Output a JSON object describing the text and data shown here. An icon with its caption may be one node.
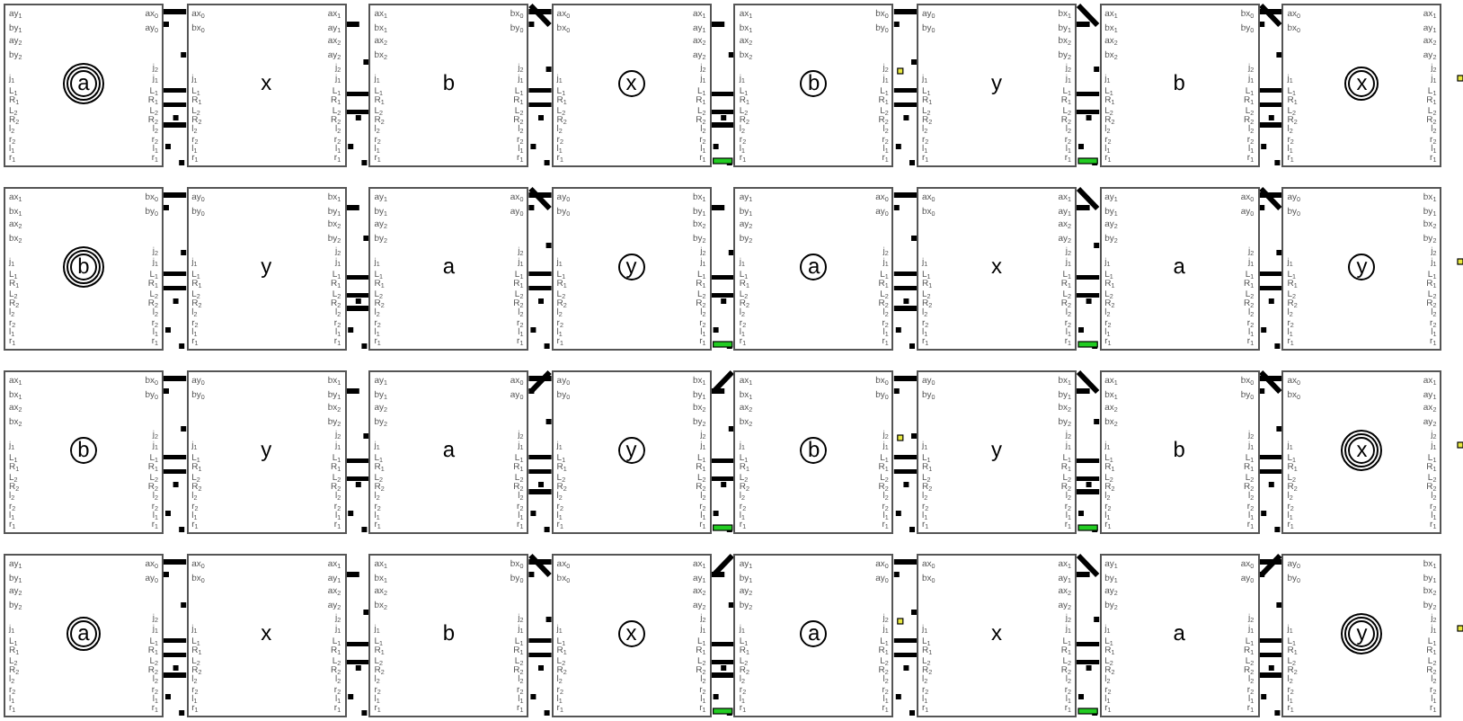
{
  "diagram": {
    "nodes": [
      {
        "text": [
          "a"
        ]
      },
      {
        "text": [
          "x"
        ]
      },
      {
        "text": [
          "b"
        ]
      },
      {
        "text": [
          "x"
        ]
      },
      {
        "text": [
          "b"
        ]
      },
      {
        "text": [
          "y"
        ]
      },
      {
        "text": [
          "b"
        ]
      },
      {
        "text": [
          "x"
        ]
      },
      {
        "text": [
          "b"
        ]
      },
      {
        "text": [
          "y"
        ]
      },
      {
        "text": [
          "a"
        ]
      },
      {
        "text": [
          "y"
        ]
      },
      {
        "text": [
          "a"
        ]
      },
      {
        "text": [
          "x"
        ]
      },
      {
        "text": [
          "a"
        ]
      },
      {
        "text": [
          "y"
        ]
      },
      {
        "text": [
          "b"
        ]
      },
      {
        "text": [
          "y"
        ]
      },
      {
        "text": [
          "a"
        ]
      },
      {
        "text": [
          "y"
        ]
      },
      {
        "text": [
          "b"
        ]
      },
      {
        "text": [
          "y"
        ]
      },
      {
        "text": [
          "b"
        ]
      },
      {
        "text": [
          "x"
        ]
      },
      {
        "text": [
          "a"
        ]
      },
      {
        "text": [
          "x"
        ]
      },
      {
        "text": [
          "b"
        ]
      },
      {
        "text": [
          "x"
        ]
      },
      {
        "text": [
          "a"
        ]
      },
      {
        "text": [
          "x"
        ]
      },
      {
        "text": [
          "a"
        ]
      },
      {
        "text": [
          "y"
        ]
      }
    ],
    "labels": [
      "ay$_{1}$",
      "by$_{1}$",
      "ay$_{2}$",
      "by$_{2}$",
      "j$_{1}$",
      "L$_{1}$",
      "R$_{1}$",
      "L$_{2}$",
      "R$_{2}$",
      "l$_{2}$",
      "r$_{2}$",
      "l$_{1}$",
      "r$_{1}$",
      "ax$_{0}$",
      "ay$_{0}$",
      "j$_{2}$",
      "j$_{1}$",
      "L$_{1}$",
      "R$_{1}$",
      "L$_{2}$",
      "R$_{2}$",
      "l$_{2}$",
      "r$_{2}$",
      "l$_{1}$",
      "r$_{1}$",
      "ax$_{0}$",
      "bx$_{0}$",
      "j$_{1}$",
      "L$_{1}$",
      "R$_{1}$",
      "L$_{2}$",
      "R$_{2}$",
      "l$_{2}$",
      "r$_{2}$",
      "l$_{1}$",
      "r$_{1}$",
      "ax$_{1}$",
      "ay$_{1}$",
      "ax$_{2}$",
      "ay$_{2}$",
      "j$_{2}$",
      "j$_{1}$",
      "L$_{1}$",
      "R$_{1}$",
      "L$_{2}$",
      "R$_{2}$",
      "l$_{2}$",
      "r$_{2}$",
      "l$_{1}$",
      "r$_{1}$",
      "ax$_{1}$",
      "bx$_{1}$",
      "ax$_{2}$",
      "bx$_{2}$",
      "j$_{1}$",
      "L$_{1}$",
      "R$_{1}$",
      "L$_{2}$",
      "R$_{2}$",
      "l$_{2}$",
      "r$_{2}$",
      "l$_{1}$",
      "r$_{1}$",
      "bx$_{0}$",
      "by$_{0}$",
      "j$_{2}$",
      "j$_{1}$",
      "L$_{1}$",
      "R$_{1}$",
      "L$_{2}$",
      "R$_{2}$",
      "l$_{2}$",
      "r$_{2}$",
      "l$_{1}$",
      "r$_{1}$",
      "ax$_{0}$",
      "bx$_{0}$",
      "j$_{1}$",
      "L$_{1}$",
      "R$_{1}$",
      "L$_{2}$",
      "R$_{2}$",
      "l$_{2}$",
      "r$_{2}$",
      "l$_{1}$",
      "r$_{1}$",
      "ax$_{1}$",
      "ay$_{1}$",
      "ax$_{2}$",
      "ay$_{2}$",
      "j$_{2}$",
      "j$_{1}$",
      "L$_{1}$",
      "R$_{1}$",
      "L$_{2}$",
      "R$_{2}$",
      "l$_{2}$",
      "r$_{2}$",
      "l$_{1}$",
      "r$_{1}$",
      "ax$_{1}$",
      "bx$_{1}$",
      "ax$_{2}$",
      "bx$_{2}$",
      "j$_{1}$",
      "L$_{1}$",
      "R$_{1}$",
      "L$_{2}$",
      "R$_{2}$",
      "l$_{2}$",
      "r$_{2}$",
      "l$_{1}$",
      "r$_{1}$",
      "bx$_{0}$",
      "by$_{0}$",
      "j$_{2}$",
      "j$_{1}$",
      "L$_{1}$",
      "R$_{1}$",
      "L$_{2}$",
      "R$_{2}$",
      "l$_{2}$",
      "r$_{2}$",
      "l$_{1}$",
      "r$_{1}$",
      "ay$_{0}$",
      "by$_{0}$",
      "j$_{1}$",
      "L$_{1}$",
      "R$_{1}$",
      "L$_{2}$",
      "R$_{2}$",
      "l$_{2}$",
      "r$_{2}$",
      "l$_{1}$",
      "r$_{1}$",
      "bx$_{1}$",
      "by$_{1}$",
      "bx$_{2}$",
      "by$_{2}$",
      "j$_{2}$",
      "j$_{1}$",
      "L$_{1}$",
      "R$_{1}$",
      "L$_{2}$",
      "R$_{2}$",
      "l$_{2}$",
      "r$_{2}$",
      "l$_{1}$",
      "r$_{1}$",
      "ax$_{1}$",
      "bx$_{1}$",
      "ax$_{2}$",
      "bx$_{2}$",
      "j$_{1}$",
      "L$_{1}$",
      "R$_{1}$",
      "L$_{2}$",
      "R$_{2}$",
      "l$_{2}$",
      "r$_{2}$",
      "l$_{1}$",
      "r$_{1}$",
      "bx$_{0}$",
      "by$_{0}$",
      "j$_{2}$",
      "j$_{1}$",
      "L$_{1}$",
      "R$_{1}$",
      "L$_{2}$",
      "R$_{2}$",
      "l$_{2}$",
      "r$_{2}$",
      "l$_{1}$",
      "r$_{1}$",
      "ax$_{0}$",
      "bx$_{0}$",
      "j$_{1}$",
      "L$_{1}$",
      "R$_{1}$",
      "L$_{2}$",
      "R$_{2}$",
      "l$_{2}$",
      "r$_{2}$",
      "l$_{1}$",
      "r$_{1}$",
      "ax$_{1}$",
      "ay$_{1}$",
      "ax$_{2}$",
      "ay$_{2}$",
      "j$_{2}$",
      "j$_{1}$",
      "L$_{1}$",
      "R$_{1}$",
      "L$_{2}$",
      "R$_{2}$",
      "l$_{2}$",
      "r$_{2}$",
      "l$_{1}$",
      "r$_{1}$",
      "ax$_{1}$",
      "bx$_{1}$",
      "ax$_{2}$",
      "bx$_{2}$",
      "j$_{1}$",
      "L$_{1}$",
      "R$_{1}$",
      "L$_{2}$",
      "R$_{2}$",
      "l$_{2}$",
      "r$_{2}$",
      "l$_{1}$",
      "r$_{1}$",
      "bx$_{0}$",
      "by$_{0}$",
      "j$_{2}$",
      "j$_{1}$",
      "L$_{1}$",
      "R$_{1}$",
      "L$_{2}$",
      "R$_{2}$",
      "l$_{2}$",
      "r$_{2}$",
      "l$_{1}$",
      "r$_{1}$",
      "ay$_{0}$",
      "by$_{0}$",
      "j$_{1}$",
      "L$_{1}$",
      "R$_{1}$",
      "L$_{2}$",
      "R$_{2}$",
      "l$_{2}$",
      "r$_{2}$",
      "l$_{1}$",
      "r$_{1}$",
      "bx$_{1}$",
      "by$_{1}$",
      "bx$_{2}$",
      "by$_{2}$",
      "j$_{2}$",
      "j$_{1}$",
      "L$_{1}$",
      "R$_{1}$",
      "L$_{2}$",
      "R$_{2}$",
      "l$_{2}$",
      "r$_{2}$",
      "l$_{1}$",
      "r$_{1}$",
      "ay$_{1}$",
      "by$_{1}$",
      "ay$_{2}$",
      "by$_{2}$",
      "j$_{1}$",
      "L$_{1}$",
      "R$_{1}$",
      "L$_{2}$",
      "R$_{2}$",
      "l$_{2}$",
      "r$_{2}$",
      "l$_{1}$",
      "r$_{1}$",
      "ax$_{0}$",
      "ay$_{0}$",
      "j$_{2}$",
      "j$_{1}$",
      "L$_{1}$",
      "R$_{1}$",
      "L$_{2}$",
      "R$_{2}$",
      "l$_{2}$",
      "r$_{2}$",
      "l$_{1}$",
      "r$_{1}$",
      "ay$_{0}$",
      "by$_{0}$",
      "j$_{1}$",
      "L$_{1}$",
      "R$_{1}$",
      "L$_{2}$",
      "R$_{2}$",
      "l$_{2}$",
      "r$_{2}$",
      "l$_{1}$",
      "r$_{1}$",
      "bx$_{1}$",
      "by$_{1}$",
      "bx$_{2}$",
      "by$_{2}$",
      "j$_{2}$",
      "j$_{1}$",
      "L$_{1}$",
      "R$_{1}$",
      "L$_{2}$",
      "R$_{2}$",
      "l$_{2}$",
      "r$_{2}$",
      "l$_{1}$",
      "r$_{1}$",
      "ay$_{1}$",
      "by$_{1}$",
      "ay$_{2}$",
      "by$_{2}$",
      "j$_{1}$",
      "L$_{1}$",
      "R$_{1}$",
      "L$_{2}$",
      "R$_{2}$",
      "l$_{2}$",
      "r$_{2}$",
      "l$_{1}$",
      "r$_{1}$",
      "ax$_{0}$",
      "ay$_{0}$",
      "j$_{2}$",
      "j$_{1}$",
      "L$_{1}$",
      "R$_{1}$",
      "L$_{2}$",
      "R$_{2}$",
      "l$_{2}$",
      "r$_{2}$",
      "l$_{1}$",
      "r$_{1}$",
      "ax$_{0}$",
      "bx$_{0}$",
      "j$_{1}$",
      "L$_{1}$",
      "R$_{1}$",
      "L$_{2}$",
      "R$_{2}$",
      "l$_{2}$",
      "r$_{2}$",
      "l$_{1}$",
      "r$_{1}$",
      "ax$_{1}$",
      "ay$_{1}$",
      "ax$_{2}$",
      "ay$_{2}$",
      "j$_{2}$",
      "j$_{1}$",
      "L$_{1}$",
      "R$_{1}$",
      "L$_{2}$",
      "R$_{2}$",
      "l$_{2}$",
      "r$_{2}$",
      "l$_{1}$",
      "r$_{1}$",
      "ay$_{1}$",
      "by$_{1}$",
      "ay$_{2}$",
      "by$_{2}$",
      "j$_{1}$",
      "L$_{1}$",
      "R$_{1}$",
      "L$_{2}$",
      "R$_{2}$",
      "l$_{2}$",
      "r$_{2}$",
      "l$_{1}$",
      "r$_{1}$",
      "ax$_{0}$",
      "ay$_{0}$",
      "j$_{2}$",
      "j$_{1}$",
      "L$_{1}$",
      "R$_{1}$",
      "L$_{2}$",
      "R$_{2}$",
      "l$_{2}$",
      "r$_{2}$",
      "l$_{1}$",
      "r$_{1}$",
      "ay$_{0}$",
      "by$_{0}$",
      "j$_{1}$",
      "L$_{1}$",
      "R$_{1}$",
      "L$_{2}$",
      "R$_{2}$",
      "l$_{2}$",
      "r$_{2}$",
      "l$_{1}$",
      "r$_{1}$",
      "bx$_{1}$",
      "by$_{1}$",
      "bx$_{2}$",
      "by$_{2}$",
      "j$_{2}$",
      "j$_{1}$",
      "L$_{1}$",
      "R$_{1}$",
      "L$_{2}$",
      "R$_{2}$",
      "l$_{2}$",
      "r$_{2}$",
      "l$_{1}$",
      "r$_{1}$",
      "ax$_{1}$",
      "bx$_{1}$",
      "ax$_{2}$",
      "bx$_{2}$",
      "j$_{1}$",
      "L$_{1}$",
      "R$_{1}$",
      "L$_{2}$",
      "R$_{2}$",
      "l$_{2}$",
      "r$_{2}$",
      "l$_{1}$",
      "r$_{1}$",
      "bx$_{0}$",
      "by$_{0}$",
      "j$_{2}$",
      "j$_{1}$",
      "L$_{1}$",
      "R$_{1}$",
      "L$_{2}$",
      "R$_{2}$",
      "l$_{2}$",
      "r$_{2}$",
      "l$_{1}$",
      "r$_{1}$",
      "ay$_{0}$",
      "by$_{0}$",
      "j$_{1}$",
      "L$_{1}$",
      "R$_{1}$",
      "L$_{2}$",
      "R$_{2}$",
      "l$_{2}$",
      "r$_{2}$",
      "l$_{1}$",
      "r$_{1}$",
      "bx$_{1}$",
      "by$_{1}$",
      "bx$_{2}$",
      "by$_{2}$",
      "j$_{2}$",
      "j$_{1}$",
      "L$_{1}$",
      "R$_{1}$",
      "L$_{2}$",
      "R$_{2}$",
      "l$_{2}$",
      "r$_{2}$",
      "l$_{1}$",
      "r$_{1}$",
      "ay$_{1}$",
      "by$_{1}$",
      "ay$_{2}$",
      "by$_{2}$",
      "j$_{1}$",
      "L$_{1}$",
      "R$_{1}$",
      "L$_{2}$",
      "R$_{2}$",
      "l$_{2}$",
      "r$_{2}$",
      "l$_{1}$",
      "r$_{1}$",
      "ax$_{0}$",
      "ay$_{0}$",
      "j$_{2}$",
      "j$_{1}$",
      "L$_{1}$",
      "R$_{1}$",
      "L$_{2}$",
      "R$_{2}$",
      "l$_{2}$",
      "r$_{2}$",
      "l$_{1}$",
      "r$_{1}$",
      "ay$_{0}$",
      "by$_{0}$",
      "j$_{1}$",
      "L$_{1}$",
      "R$_{1}$",
      "L$_{2}$",
      "R$_{2}$",
      "l$_{2}$",
      "r$_{2}$",
      "l$_{1}$",
      "r$_{1}$",
      "bx$_{1}$",
      "by$_{1}$",
      "bx$_{2}$",
      "by$_{2}$",
      "j$_{2}$",
      "j$_{1}$",
      "L$_{1}$",
      "R$_{1}$",
      "L$_{2}$",
      "R$_{2}$",
      "l$_{2}$",
      "r$_{2}$",
      "l$_{1}$",
      "r$_{1}$",
      "ax$_{1}$",
      "bx$_{1}$",
      "ax$_{2}$",
      "bx$_{2}$",
      "j$_{1}$",
      "L$_{1}$",
      "R$_{1}$",
      "L$_{2}$",
      "R$_{2}$",
      "l$_{2}$",
      "r$_{2}$",
      "l$_{1}$",
      "r$_{1}$",
      "bx$_{0}$",
      "by$_{0}$",
      "j$_{2}$",
      "j$_{1}$",
      "L$_{1}$",
      "R$_{1}$",
      "L$_{2}$",
      "R$_{2}$",
      "l$_{2}$",
      "r$_{2}$",
      "l$_{1}$",
      "r$_{1}$",
      "ay$_{0}$",
      "by$_{0}$",
      "j$_{1}$",
      "L$_{1}$",
      "R$_{1}$",
      "L$_{2}$",
      "R$_{2}$",
      "l$_{2}$",
      "r$_{2}$",
      "l$_{1}$",
      "r$_{1}$",
      "bx$_{1}$",
      "by$_{1}$",
      "bx$_{2}$",
      "by$_{2}$",
      "j$_{2}$",
      "j$_{1}$",
      "L$_{1}$",
      "R$_{1}$",
      "L$_{2}$",
      "R$_{2}$",
      "l$_{2}$",
      "r$_{2}$",
      "l$_{1}$",
      "r$_{1}$",
      "ax$_{1}$",
      "bx$_{1}$",
      "ax$_{2}$",
      "bx$_{2}$",
      "j$_{1}$",
      "L$_{1}$",
      "R$_{1}$",
      "L$_{2}$",
      "R$_{2}$",
      "l$_{2}$",
      "r$_{2}$",
      "l$_{1}$",
      "r$_{1}$",
      "bx$_{0}$",
      "by$_{0}$",
      "j$_{2}$",
      "j$_{1}$",
      "L$_{1}$",
      "R$_{1}$",
      "L$_{2}$",
      "R$_{2}$",
      "l$_{2}$",
      "r$_{2}$",
      "l$_{1}$",
      "r$_{1}$",
      "ax$_{0}$",
      "bx$_{0}$",
      "j$_{1}$",
      "L$_{1}$",
      "R$_{1}$",
      "L$_{2}$",
      "R$_{2}$",
      "l$_{2}$",
      "r$_{2}$",
      "l$_{1}$",
      "r$_{1}$",
      "ax$_{1}$",
      "ay$_{1}$",
      "ax$_{2}$",
      "ay$_{2}$",
      "j$_{2}$",
      "j$_{1}$",
      "L$_{1}$",
      "R$_{1}$",
      "L$_{2}$",
      "R$_{2}$",
      "l$_{2}$",
      "r$_{2}$",
      "l$_{1}$",
      "r$_{1}$",
      "ay$_{1}$",
      "by$_{1}$",
      "ay$_{2}$",
      "by$_{2}$",
      "j$_{1}$",
      "L$_{1}$",
      "R$_{1}$",
      "L$_{2}$",
      "R$_{2}$",
      "l$_{2}$",
      "r$_{2}$",
      "l$_{1}$",
      "r$_{1}$",
      "ax$_{0}$",
      "ay$_{0}$",
      "j$_{2}$",
      "j$_{1}$",
      "L$_{1}$",
      "R$_{1}$",
      "L$_{2}$",
      "R$_{2}$",
      "l$_{2}$",
      "r$_{2}$",
      "l$_{1}$",
      "r$_{1}$",
      "ax$_{0}$",
      "bx$_{0}$",
      "j$_{1}$",
      "L$_{1}$",
      "R$_{1}$",
      "L$_{2}$",
      "R$_{2}$",
      "l$_{2}$",
      "r$_{2}$",
      "l$_{1}$",
      "r$_{1}$",
      "ax$_{1}$",
      "ay$_{1}$",
      "ax$_{2}$",
      "ay$_{2}$",
      "j$_{2}$",
      "j$_{1}$",
      "L$_{1}$",
      "R$_{1}$",
      "L$_{2}$",
      "R$_{2}$",
      "l$_{2}$",
      "r$_{2}$",
      "l$_{1}$",
      "r$_{1}$",
      "ax$_{1}$",
      "bx$_{1}$",
      "ax$_{2}$",
      "bx$_{2}$",
      "j$_{1}$",
      "L$_{1}$",
      "R$_{1}$",
      "L$_{2}$",
      "R$_{2}$",
      "l$_{2}$",
      "r$_{2}$",
      "l$_{1}$",
      "r$_{1}$",
      "bx$_{0}$",
      "by$_{0}$",
      "j$_{2}$",
      "j$_{1}$",
      "L$_{1}$",
      "R$_{1}$",
      "L$_{2}$",
      "R$_{2}$",
      "l$_{2}$",
      "r$_{2}$",
      "l$_{1}$",
      "r$_{1}$",
      "ax$_{0}$",
      "bx$_{0}$",
      "j$_{1}$",
      "L$_{1}$",
      "R$_{1}$",
      "L$_{2}$",
      "R$_{2}$",
      "l$_{2}$",
      "r$_{2}$",
      "l$_{1}$",
      "r$_{1}$",
      "ax$_{1}$",
      "ay$_{1}$",
      "ax$_{2}$",
      "ay$_{2}$",
      "j$_{2}$",
      "j$_{1}$",
      "L$_{1}$",
      "R$_{1}$",
      "L$_{2}$",
      "R$_{2}$",
      "l$_{2}$",
      "r$_{2}$",
      "l$_{1}$",
      "r$_{1}$",
      "ay$_{1}$",
      "by$_{1}$",
      "ay$_{2}$",
      "by$_{2}$",
      "j$_{1}$",
      "L$_{1}$",
      "R$_{1}$",
      "L$_{2}$",
      "R$_{2}$",
      "l$_{2}$",
      "r$_{2}$",
      "l$_{1}$",
      "r$_{1}$",
      "ax$_{0}$",
      "ay$_{0}$",
      "j$_{2}$",
      "j$_{1}$",
      "L$_{1}$",
      "R$_{1}$",
      "L$_{2}$",
      "R$_{2}$",
      "l$_{2}$",
      "r$_{2}$",
      "l$_{1}$",
      "r$_{1}$",
      "ax$_{0}$",
      "bx$_{0}$",
      "j$_{1}$",
      "L$_{1}$",
      "R$_{1}$",
      "L$_{2}$",
      "R$_{2}$",
      "l$_{2}$",
      "r$_{2}$",
      "l$_{1}$",
      "r$_{1}$",
      "ax$_{1}$",
      "ay$_{1}$",
      "ax$_{2}$",
      "ay$_{2}$",
      "j$_{2}$",
      "j$_{1}$",
      "L$_{1}$",
      "R$_{1}$",
      "L$_{2}$",
      "R$_{2}$",
      "l$_{2}$",
      "r$_{2}$",
      "l$_{1}$",
      "r$_{1}$",
      "ay$_{1}$",
      "by$_{1}$",
      "ay$_{2}$",
      "by$_{2}$",
      "j$_{1}$",
      "L$_{1}$",
      "R$_{1}$",
      "L$_{2}$",
      "R$_{2}$",
      "l$_{2}$",
      "r$_{2}$",
      "l$_{1}$",
      "r$_{1}$",
      "ax$_{0}$",
      "ay$_{0}$",
      "j$_{2}$",
      "j$_{1}$",
      "L$_{1}$",
      "R$_{1}$",
      "L$_{2}$",
      "R$_{2}$",
      "l$_{2}$",
      "r$_{2}$",
      "l$_{1}$",
      "r$_{1}$",
      "ay$_{0}$",
      "by$_{0}$",
      "j$_{1}$",
      "L$_{1}$",
      "R$_{1}$",
      "L$_{2}$",
      "R$_{2}$",
      "l$_{2}$",
      "r$_{2}$",
      "l$_{1}$",
      "r$_{1}$",
      "bx$_{1}$",
      "by$_{1}$",
      "bx$_{2}$",
      "by$_{2}$",
      "j$_{2}$",
      "j$_{1}$",
      "L$_{1}$",
      "R$_{1}$",
      "L$_{2}$",
      "R$_{2}$",
      "l$_{2}$",
      "r$_{2}$",
      "l$_{1}$",
      "r$_{1}$"
    ]
  }
}
